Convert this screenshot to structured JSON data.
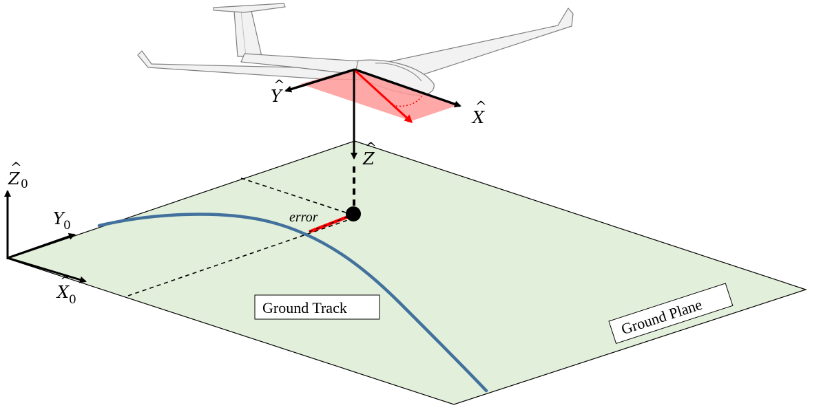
{
  "ground_plane": {
    "label": "Ground Plane",
    "fill": "#e2efda",
    "stroke": "#000000"
  },
  "ground_track": {
    "label": "Ground Track",
    "color": "#41719c"
  },
  "error": {
    "label": "error",
    "color": "#ff0000"
  },
  "body_axes": {
    "x": "X",
    "y": "Y",
    "z": "Z",
    "hat": "^"
  },
  "inertial_axes": {
    "x": "X",
    "x_sub": "0",
    "y": "Y",
    "y_sub": "0",
    "z": "Z",
    "z_sub": "0",
    "hat": "^"
  },
  "aircraft": {
    "icon": "glider-icon",
    "body_color": "#f2f2f2",
    "outline_color": "#7f7f7f"
  },
  "heading_plane": {
    "fill": "#ff9999",
    "arrow_color": "#ff0000"
  }
}
